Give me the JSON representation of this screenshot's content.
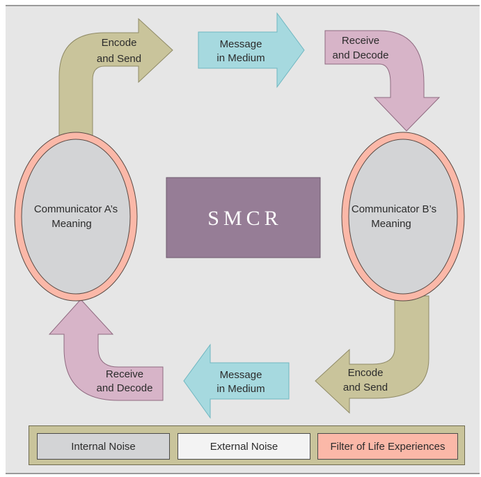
{
  "colors": {
    "background": "#e6e6e6",
    "encode_arrow": "#c9c49b",
    "message_arrow": "#a6d9df",
    "decode_arrow": "#d7b4c8",
    "meaning_fill": "#d3d4d6",
    "filter_ring": "#fbb8a8",
    "smcr_box": "#967d96"
  },
  "center": {
    "label": "SMCR"
  },
  "communicators": {
    "a": {
      "line1": "Communicator A’s",
      "line2": "Meaning"
    },
    "b": {
      "line1": "Communicator B’s",
      "line2": "Meaning"
    }
  },
  "arrows": {
    "top_encode": {
      "line1": "Encode",
      "line2": "and Send"
    },
    "top_message": {
      "line1": "Message",
      "line2": "in Medium"
    },
    "top_decode": {
      "line1": "Receive",
      "line2": "and Decode"
    },
    "bottom_encode": {
      "line1": "Encode",
      "line2": "and Send"
    },
    "bottom_message": {
      "line1": "Message",
      "line2": "in Medium"
    },
    "bottom_decode": {
      "line1": "Receive",
      "line2": "and Decode"
    }
  },
  "legend": {
    "items": [
      {
        "label": "Internal Noise"
      },
      {
        "label": "External Noise"
      },
      {
        "label": "Filter of Life Experiences"
      }
    ]
  }
}
